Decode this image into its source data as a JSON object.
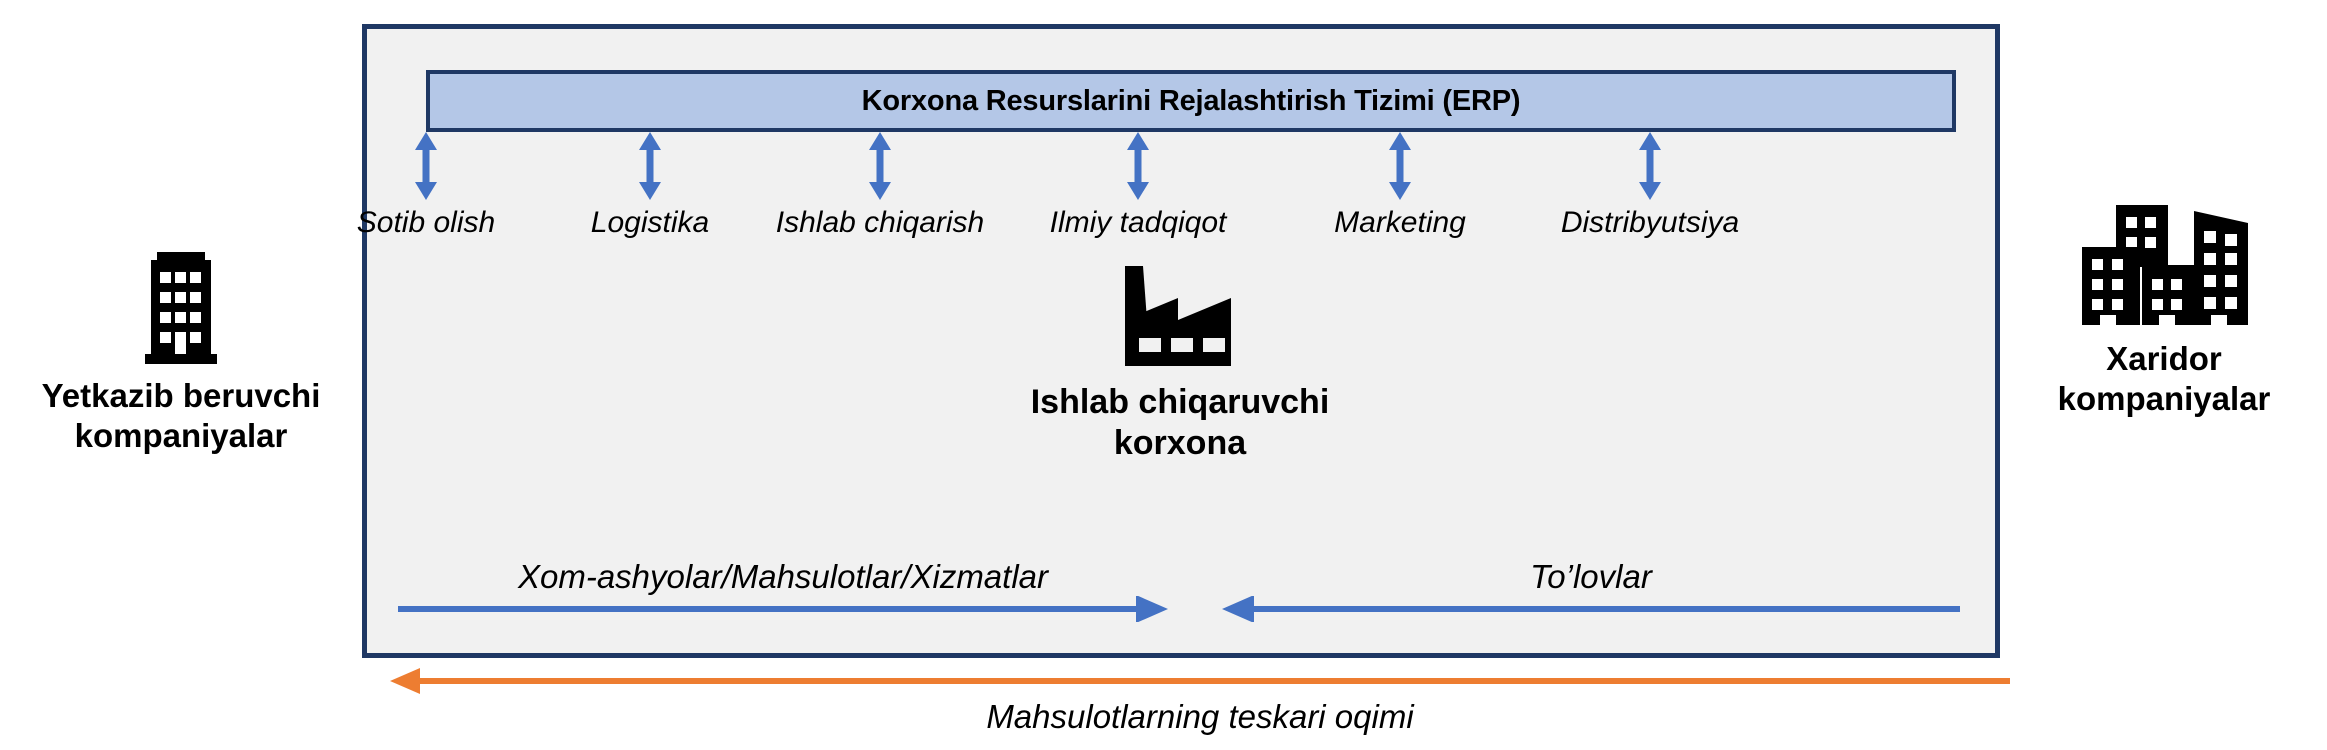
{
  "diagram": {
    "title_text": "Korxona Resurslarini Rejalashtirish Tizimi (ERP)",
    "colors": {
      "box_border": "#1F3864",
      "box_fill": "#F1F1F1",
      "erp_bar_fill": "#B4C7E7",
      "arrow_blue": "#4472C4",
      "arrow_orange": "#ED7D31",
      "text": "#000000",
      "page_background": "#FFFFFF"
    }
  },
  "erp_banner": {
    "label": "Korxona Resurslarini Rejalashtirish Tizimi (ERP)"
  },
  "departments": [
    {
      "label": "Sotib olish",
      "arrow": "double-vertical-arrow"
    },
    {
      "label": "Logistika",
      "arrow": "double-vertical-arrow"
    },
    {
      "label": "Ishlab chiqarish",
      "arrow": "double-vertical-arrow"
    },
    {
      "label": "Ilmiy tadqiqot",
      "arrow": "double-vertical-arrow"
    },
    {
      "label": "Marketing",
      "arrow": "double-vertical-arrow"
    },
    {
      "label": "Distribyutsiya",
      "arrow": "double-vertical-arrow"
    }
  ],
  "center": {
    "icon": "factory-icon",
    "label": "Ishlab chiqaruvchi\nkorxona"
  },
  "flows": {
    "goods": {
      "label": "Xom-ashyolar/Mahsulotlar/Xizmatlar",
      "direction": "right",
      "color": "#4472C4"
    },
    "payments": {
      "label": "To’lovlar",
      "direction": "left",
      "color": "#4472C4"
    },
    "reverse": {
      "label": "Mahsulotlarning teskari oqimi",
      "direction": "left",
      "color": "#ED7D31"
    }
  },
  "actors": {
    "supplier": {
      "icon": "single-building-icon",
      "label": "Yetkazib beruvchi\nkompaniyalar"
    },
    "buyer": {
      "icon": "city-buildings-icon",
      "label": "Xaridor\nkompaniyalar"
    }
  }
}
